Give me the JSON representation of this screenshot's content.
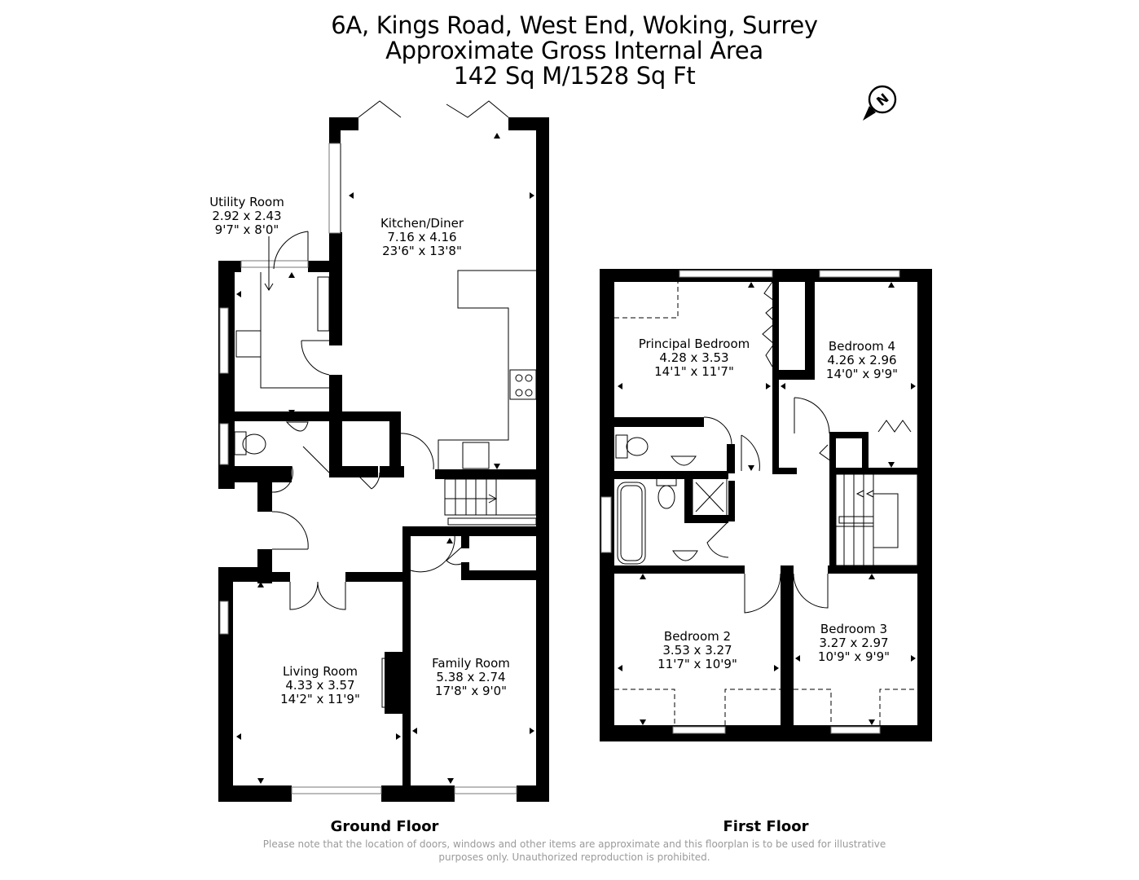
{
  "header": {
    "address": "6A, Kings Road, West End, Woking, Surrey",
    "area_label": "Approximate Gross Internal Area",
    "area_value": "142 Sq M/1528 Sq Ft"
  },
  "compass": {
    "icon": "north-compass-icon",
    "letter": "N"
  },
  "ground_floor": {
    "label": "Ground Floor",
    "rooms": [
      {
        "name": "Utility Room",
        "metric": "2.92 x 2.43",
        "imperial": "9'7\" x 8'0\""
      },
      {
        "name": "Kitchen/Diner",
        "metric": "7.16 x 4.16",
        "imperial": "23'6\" x 13'8\""
      },
      {
        "name": "Living Room",
        "metric": "4.33 x 3.57",
        "imperial": "14'2\" x 11'9\""
      },
      {
        "name": "Family Room",
        "metric": "5.38 x 2.74",
        "imperial": "17'8\" x 9'0\""
      }
    ]
  },
  "first_floor": {
    "label": "First Floor",
    "rooms": [
      {
        "name": "Principal Bedroom",
        "metric": "4.28 x 3.53",
        "imperial": "14'1\" x 11'7\""
      },
      {
        "name": "Bedroom 4",
        "metric": "4.26 x 2.96",
        "imperial": "14'0\" x 9'9\""
      },
      {
        "name": "Bedroom 2",
        "metric": "3.53 x 3.27",
        "imperial": "11'7\" x 10'9\""
      },
      {
        "name": "Bedroom 3",
        "metric": "3.27 x 2.97",
        "imperial": "10'9\" x 9'9\""
      }
    ]
  },
  "footer": {
    "disclaimer_line1": "Please note that the location of doors, windows and other items are approximate and this floorplan is to be used for illustrative",
    "disclaimer_line2": "purposes only. Unauthorized reproduction is prohibited."
  }
}
